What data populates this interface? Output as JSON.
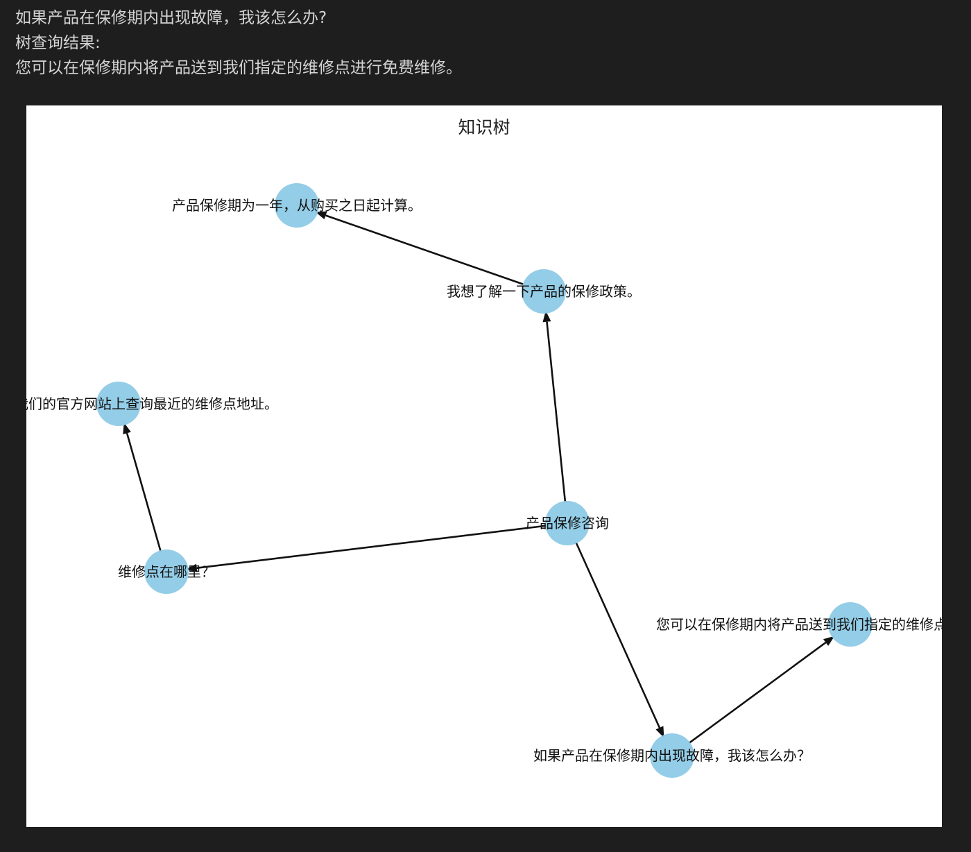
{
  "output": {
    "question": "如果产品在保修期内出现故障，我该怎么办?",
    "result_label": "树查询结果:",
    "answer": "您可以在保修期内将产品送到我们指定的维修点进行免费维修。"
  },
  "diagram": {
    "title": "知识树",
    "node_color": "#8ecae6",
    "nodes": [
      {
        "id": "root",
        "label": "产品保修咨询"
      },
      {
        "id": "policy",
        "label": "我想了解一下产品的保修政策。"
      },
      {
        "id": "period",
        "label": "产品保修期为一年，从购买之日起计算。"
      },
      {
        "id": "where",
        "label": "维修点在哪里？"
      },
      {
        "id": "website",
        "label": "您可以在我们的官方网站上查询最近的维修点地址。"
      },
      {
        "id": "fault",
        "label": "如果产品在保修期内出现故障，我该怎么办？"
      },
      {
        "id": "repair",
        "label": "您可以在保修期内将产品送到我们指定的维修点进行免费维修。"
      }
    ],
    "edges": [
      {
        "from": "root",
        "to": "policy"
      },
      {
        "from": "policy",
        "to": "period"
      },
      {
        "from": "root",
        "to": "where"
      },
      {
        "from": "where",
        "to": "website"
      },
      {
        "from": "root",
        "to": "fault"
      },
      {
        "from": "fault",
        "to": "repair"
      }
    ]
  }
}
